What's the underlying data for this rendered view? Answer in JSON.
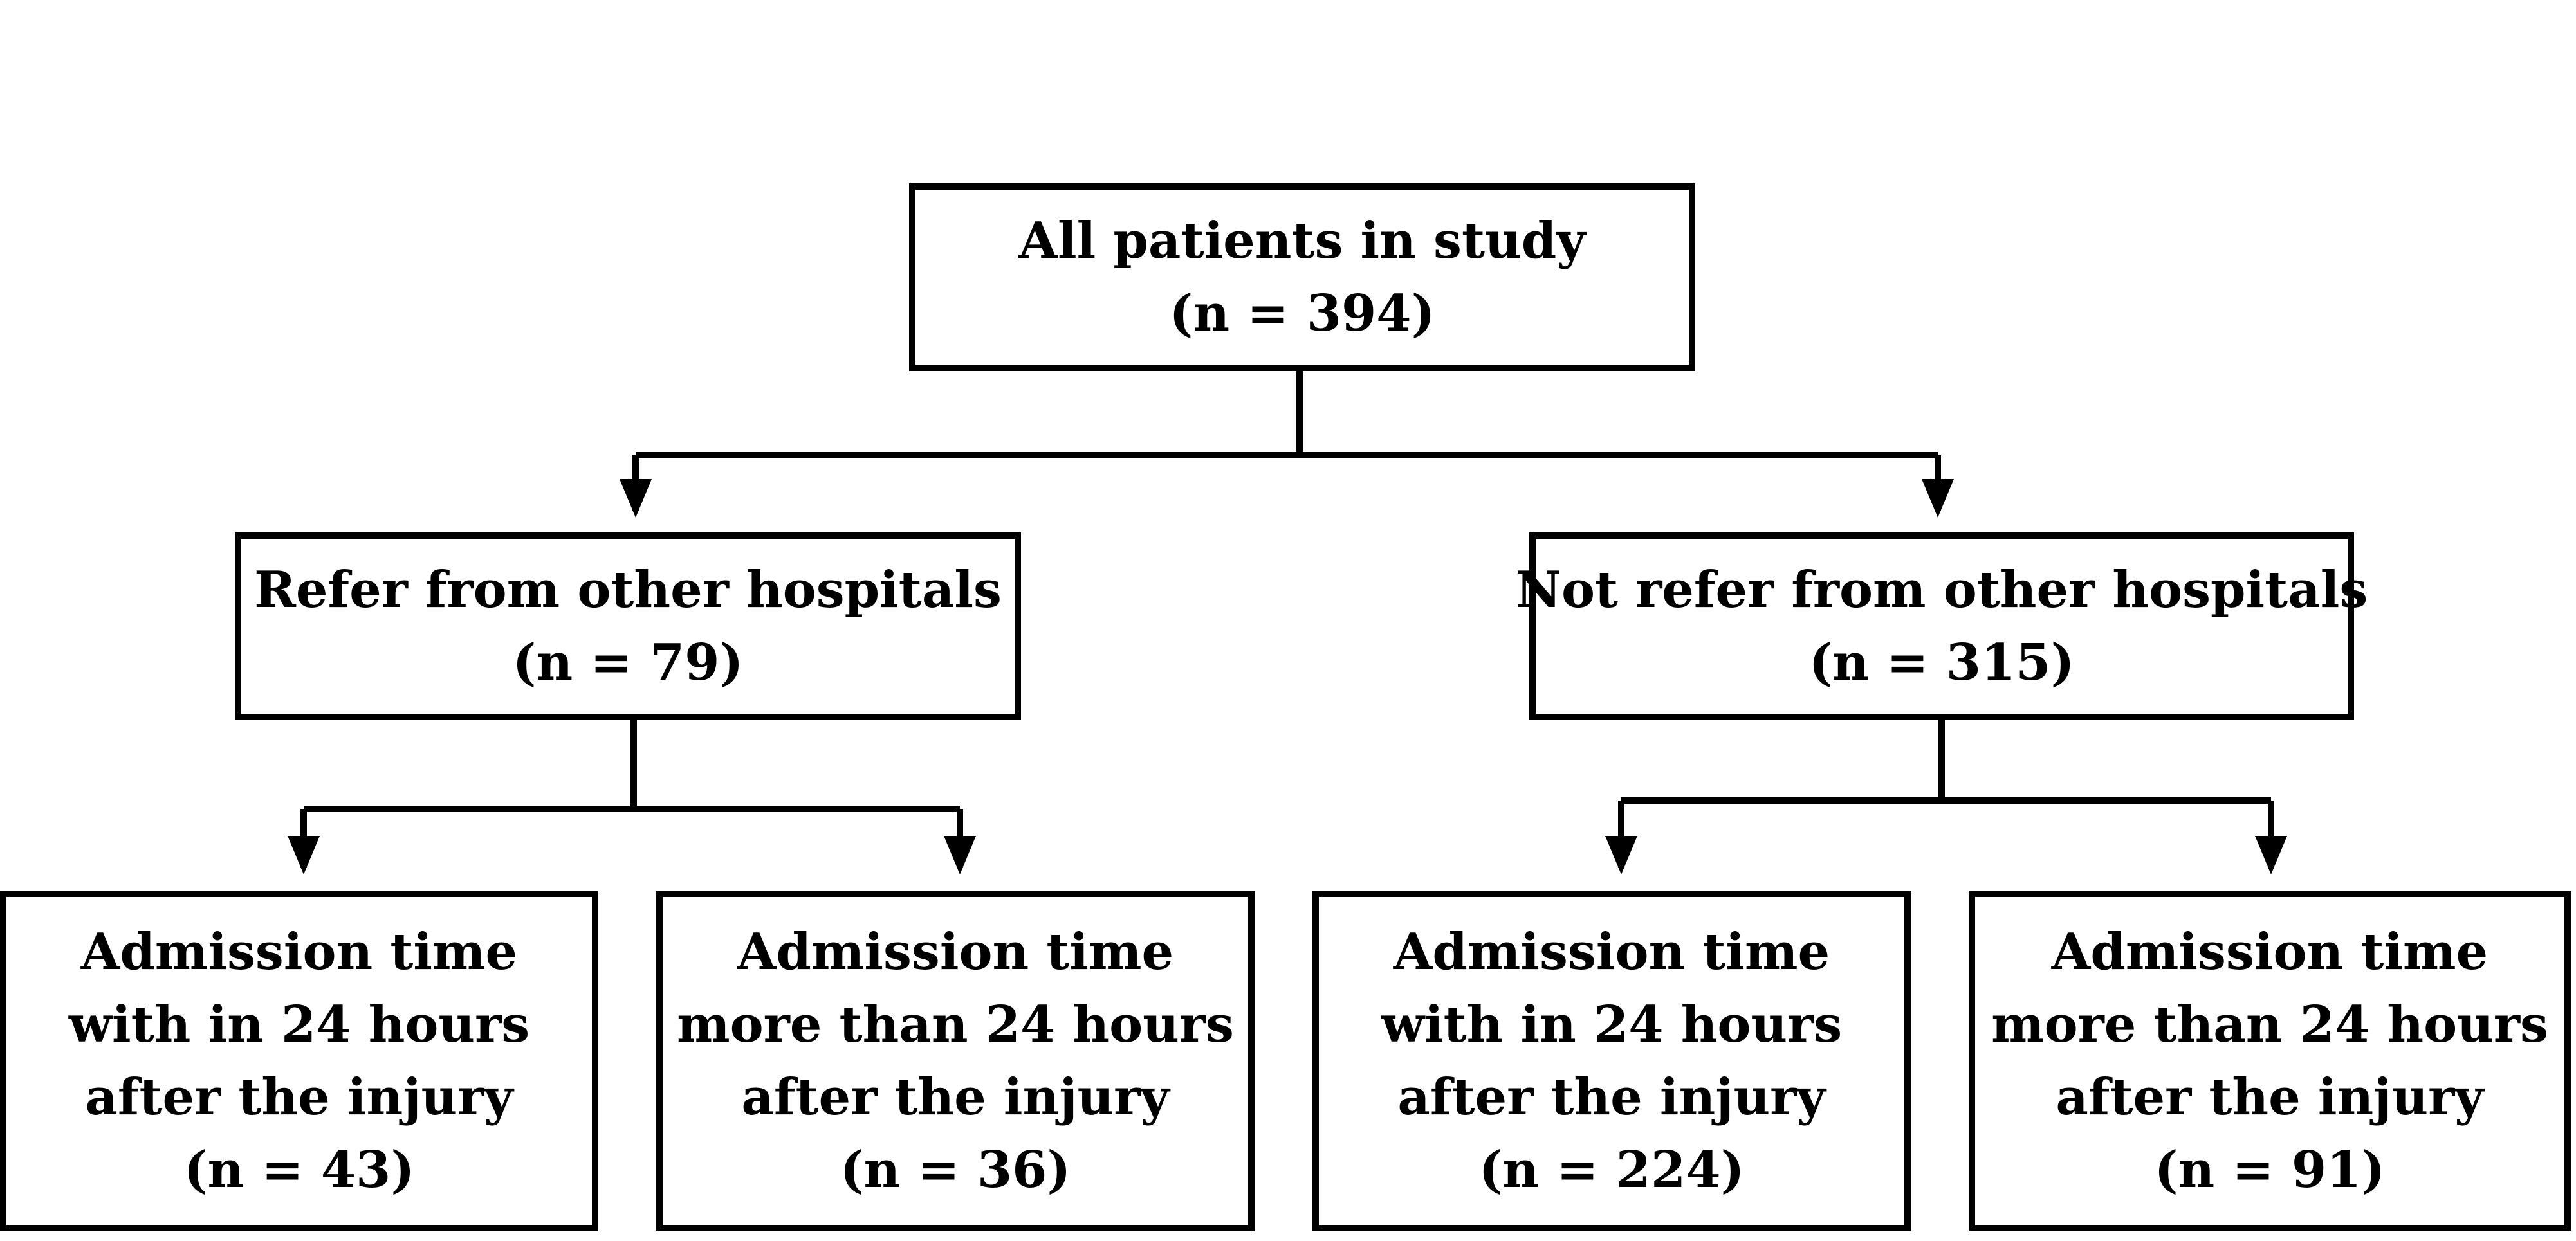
{
  "root": {
    "title": "All patients in study",
    "count": "(n = 394)"
  },
  "branches": {
    "refer": {
      "title": "Refer from other hospitals",
      "count": "(n = 79)",
      "children": [
        {
          "line1": "Admission time",
          "line2": "with in 24 hours",
          "line3": "after the injury",
          "count": "(n = 43)"
        },
        {
          "line1": "Admission time",
          "line2": "more than 24 hours",
          "line3": "after the injury",
          "count": "(n = 36)"
        }
      ]
    },
    "not_refer": {
      "title": "Not refer from other hospitals",
      "count": "(n = 315)",
      "children": [
        {
          "line1": "Admission time",
          "line2": "with in 24 hours",
          "line3": "after the injury",
          "count": "(n = 224)"
        },
        {
          "line1": "Admission time",
          "line2": "more than 24 hours",
          "line3": "after the injury",
          "count": "(n = 91)"
        }
      ]
    }
  }
}
